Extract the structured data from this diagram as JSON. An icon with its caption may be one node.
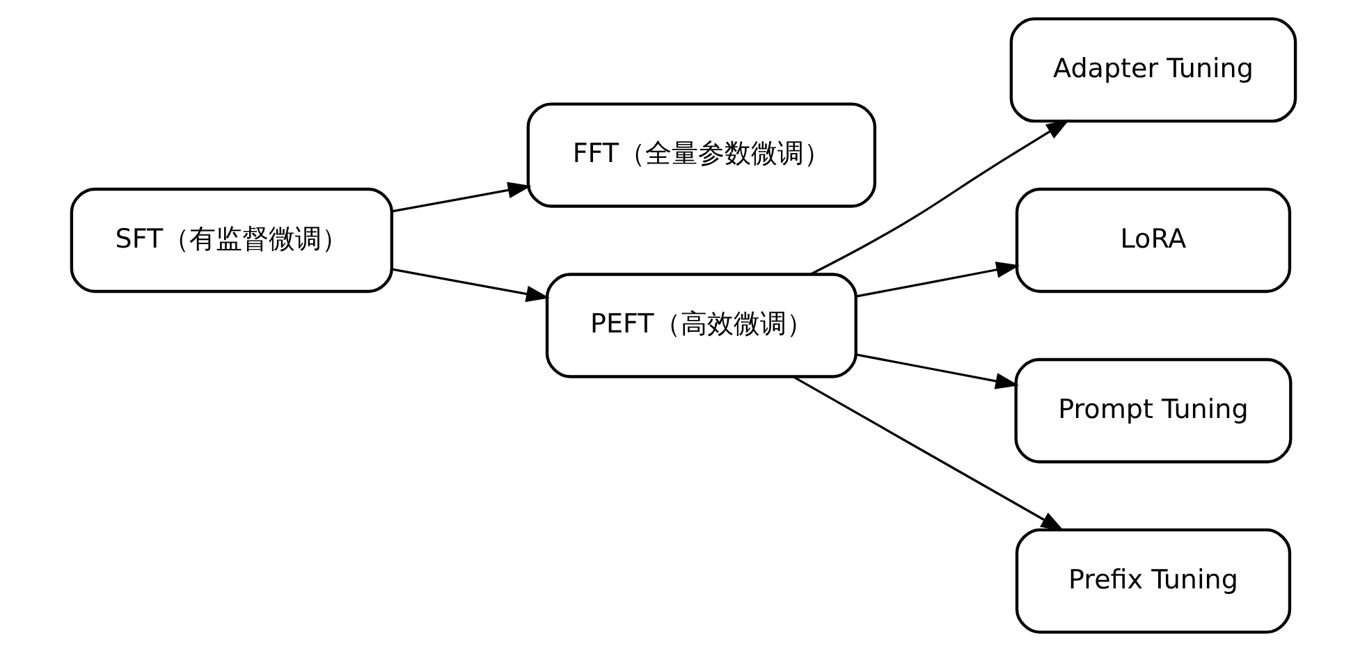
{
  "diagram": {
    "nodes": [
      {
        "text": [
          "SFT（有监督微调）"
        ]
      },
      {
        "text": [
          "FFT（全量参数微调）"
        ]
      },
      {
        "text": [
          "PEFT（高效微调）"
        ]
      },
      {
        "text": [
          "Adapter Tuning"
        ]
      },
      {
        "text": [
          "LoRA"
        ]
      },
      {
        "text": [
          "Prompt Tuning"
        ]
      },
      {
        "text": [
          "Prefix Tuning"
        ]
      }
    ],
    "edges": [
      {
        "from": 0,
        "to": 1,
        "arrow": "to"
      },
      {
        "from": 0,
        "to": 2,
        "arrow": "to"
      },
      {
        "from": 2,
        "to": 3,
        "arrow": "to"
      },
      {
        "from": 2,
        "to": 4,
        "arrow": "to"
      },
      {
        "from": 2,
        "to": 5,
        "arrow": "to"
      },
      {
        "from": 2,
        "to": 6,
        "arrow": "to"
      }
    ]
  }
}
